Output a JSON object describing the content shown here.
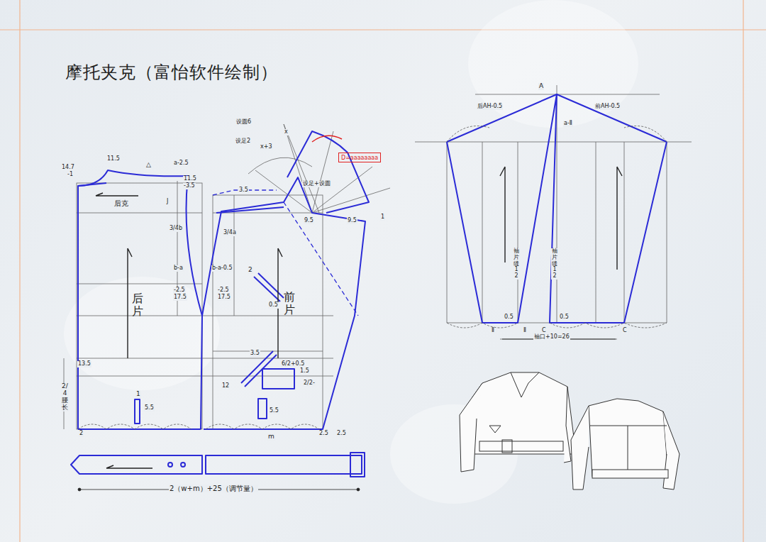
{
  "diagram": {
    "title": "摩托夹克（富怡软件绘制）",
    "nodes": [
      {
        "text": [
          "后片"
        ]
      },
      {
        "text": [
          "前片"
        ]
      },
      {
        "text": [
          "D=aaaaaaaa"
        ]
      }
    ],
    "labels": [
      "14.7",
      "-1",
      "11.5",
      "△",
      "a-2.5",
      "11.5",
      "-3.5",
      "后克",
      "J",
      "3/4b",
      "3/4a",
      "b-a",
      "b-a-0.5",
      "-2.5",
      "17.5",
      "-2.5",
      "17.5",
      "2",
      "0.5",
      "13.5",
      "2/4腰长",
      "3.5",
      "6/2+0.5",
      "1.5",
      "12",
      "2/2-",
      "1",
      "5.5",
      "5.5",
      "2",
      "m",
      "2.5",
      "2.5",
      "9.5",
      "9.5",
      "1",
      "设圆6",
      "设足2",
      "x",
      "x+3",
      "设足+设圆",
      "2（w+m）+25（调节量）",
      "A",
      "后AH-0.5",
      "前AH-0.5",
      "a-Ⅱ",
      "袖片缝12",
      "袖片缝12",
      "0.5",
      "0.5",
      "Ⅱ",
      "Ⅱ",
      "C",
      "C",
      "袖口+10=26",
      "3.5"
    ]
  }
}
